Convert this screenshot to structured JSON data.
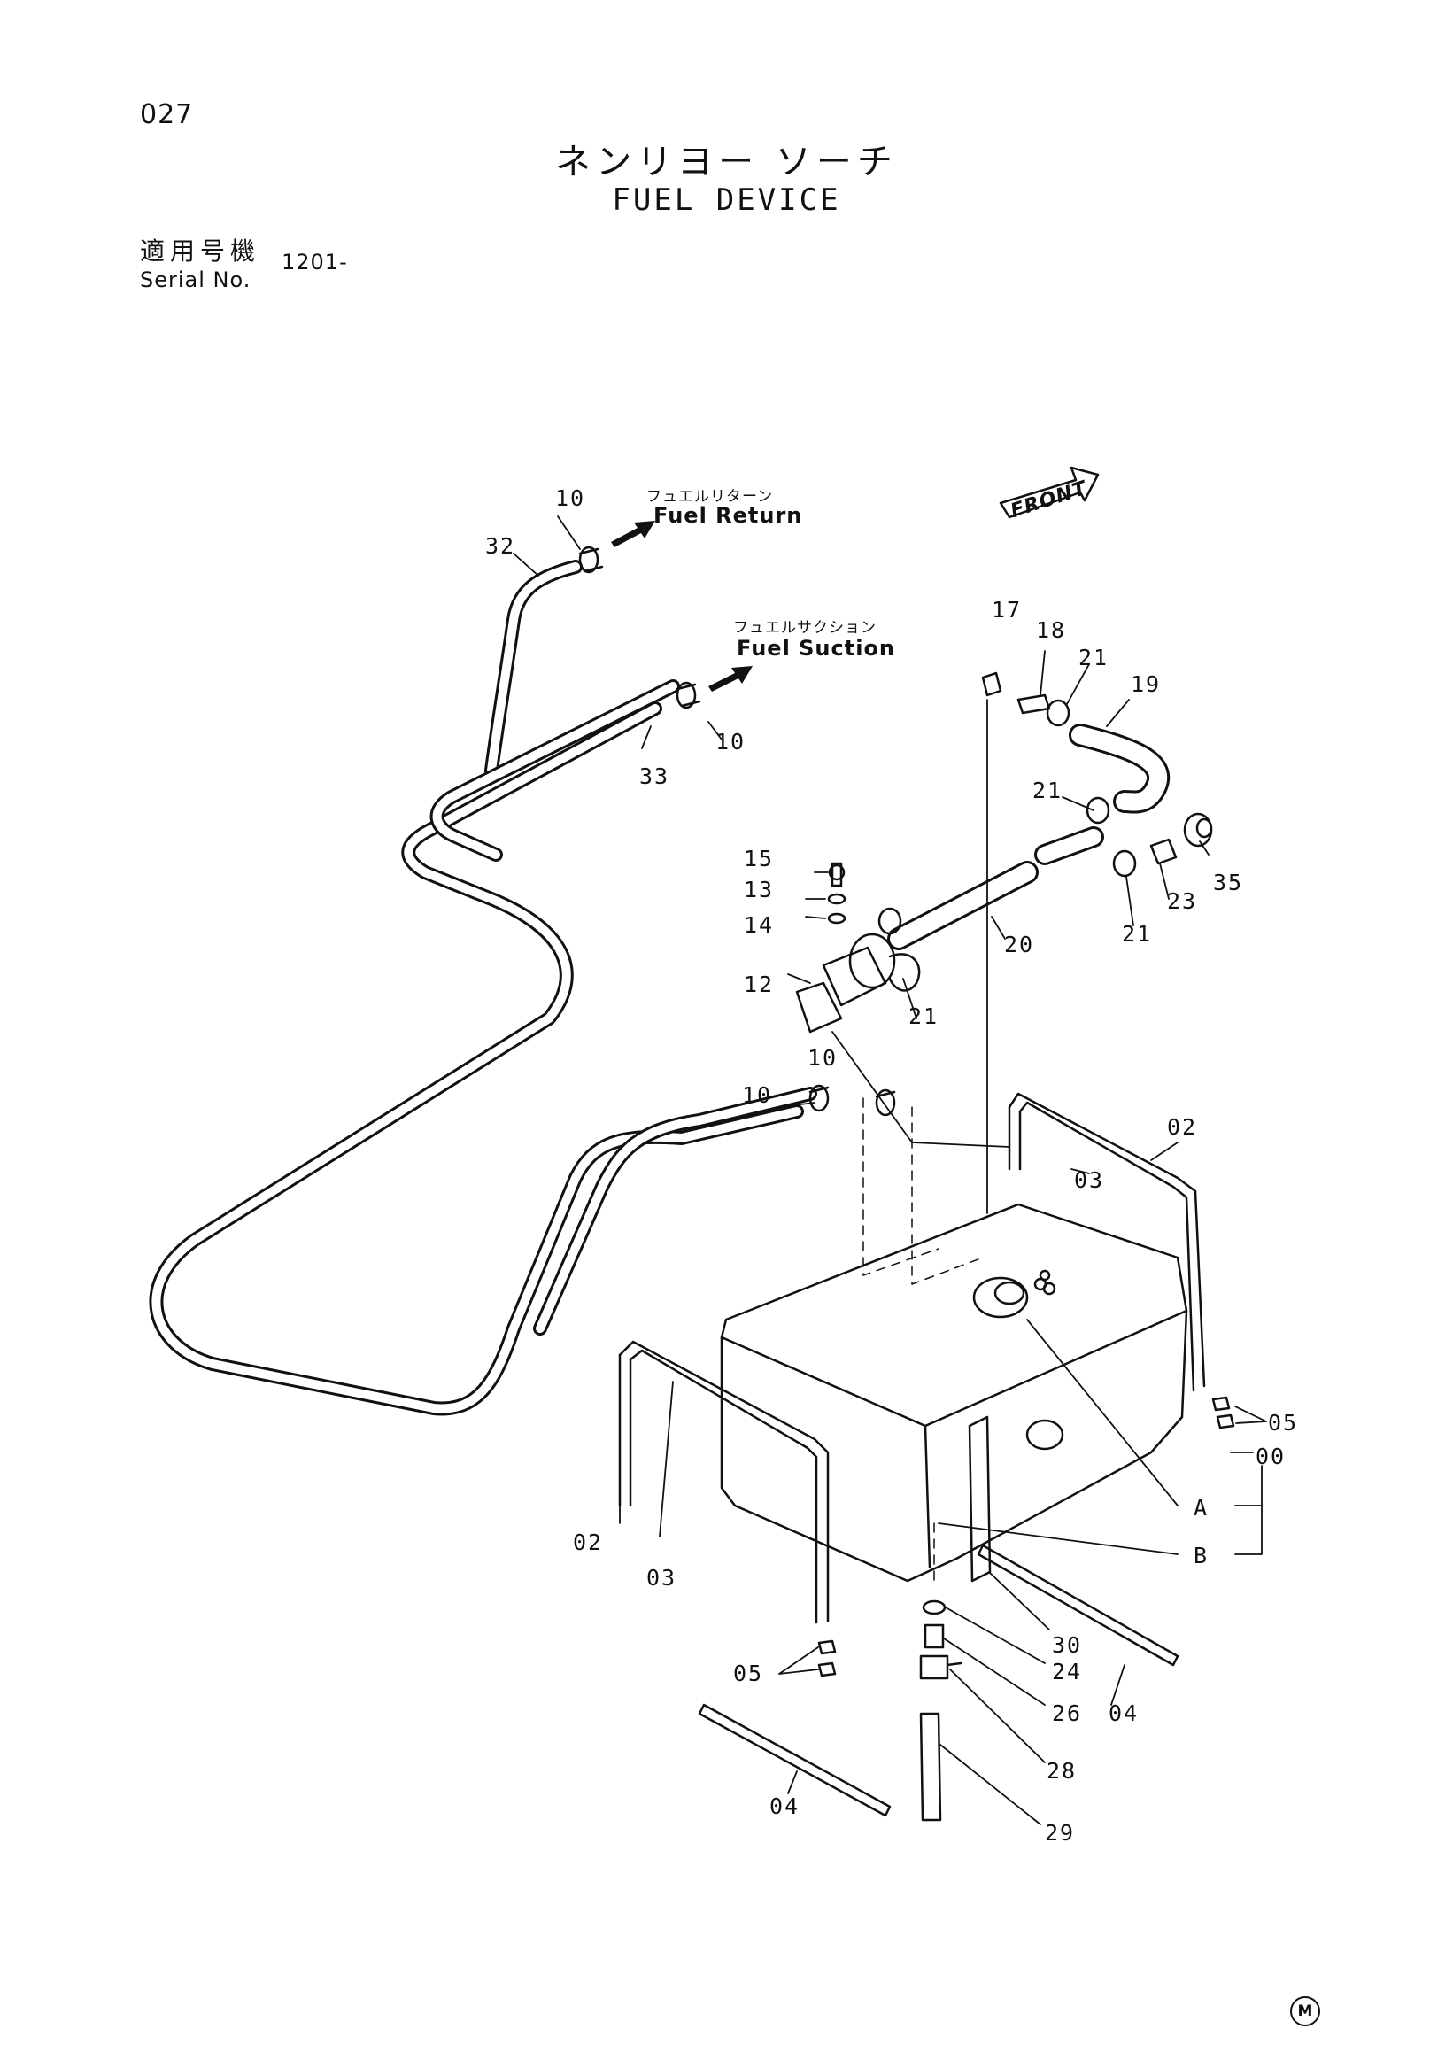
{
  "header": {
    "page_number": "027",
    "title_japanese": "ネンリヨー ソーチ",
    "title_english": "FUEL DEVICE",
    "serial_label_japanese": "適用号機",
    "serial_label_english": "Serial No.",
    "serial_value": "1201-"
  },
  "annotations": {
    "fuel_return_jp": "フュエルリターン",
    "fuel_return_en": "Fuel Return",
    "fuel_suction_jp": "フュエルサクション",
    "fuel_suction_en": "Fuel Suction",
    "front": "FRONT"
  },
  "callouts": {
    "c10_top": "10",
    "c32": "32",
    "c10_suction": "10",
    "c33": "33",
    "c17": "17",
    "c18": "18",
    "c21_top": "21",
    "c19": "19",
    "c21_mid": "21",
    "c35": "35",
    "c23": "23",
    "c21_low": "21",
    "c15": "15",
    "c13": "13",
    "c14": "14",
    "c20": "20",
    "c12": "12",
    "c21_pump": "21",
    "c10_pump": "10",
    "c10_left": "10",
    "c02_right": "02",
    "c03_right": "03",
    "c05_right": "05",
    "c00": "00",
    "cA": "A",
    "cB": "B",
    "c02_left": "02",
    "c03_left": "03",
    "c30": "30",
    "c24": "24",
    "c26": "26",
    "c04_right": "04",
    "c05_left": "05",
    "c28": "28",
    "c04_left": "04",
    "c29": "29"
  },
  "footer": {
    "mark": "M"
  }
}
